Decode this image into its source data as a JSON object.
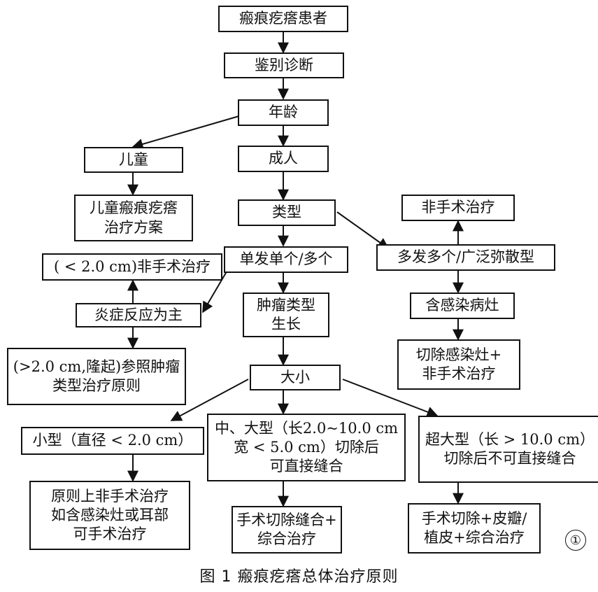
{
  "flowchart": {
    "patient": "瘢痕疙瘩患者",
    "diagnosis": "鉴别诊断",
    "age": "年龄",
    "child": "儿童",
    "child_plan": "儿童瘢痕疙瘩\n治疗方案",
    "adult": "成人",
    "type": "类型",
    "single": "单发单个/多个",
    "nonsurgical_small": "( < 2.0 cm)非手术治疗",
    "inflammation": "炎症反应为主",
    "raised_large": "(>2.0 cm,隆起)参照肿瘤\n类型治疗原则",
    "tumor_growth": "肿瘤类型\n生长",
    "size": "大小",
    "small": "小型（直径 < 2.0 cm）",
    "small_plan": "原则上非手术治疗\n如含感染灶或耳部\n可手术治疗",
    "medium": "中、大型（长2.0~10.0 cm\n宽 < 5.0 cm）切除后\n可直接缝合",
    "medium_plan": "手术切除缝合+\n综合治疗",
    "xlarge": "超大型（长 > 10.0 cm）\n切除后不可直接缝合",
    "xlarge_plan": "手术切除+皮瓣/\n植皮+综合治疗",
    "nonsurgical": "非手术治疗",
    "multiple": "多发多个/广泛弥散型",
    "infection": "含感染病灶",
    "excise_infection": "切除感染灶+\n非手术治疗"
  },
  "figure_number": "①",
  "caption": "图 1    瘢痕疙瘩总体治疗原则"
}
